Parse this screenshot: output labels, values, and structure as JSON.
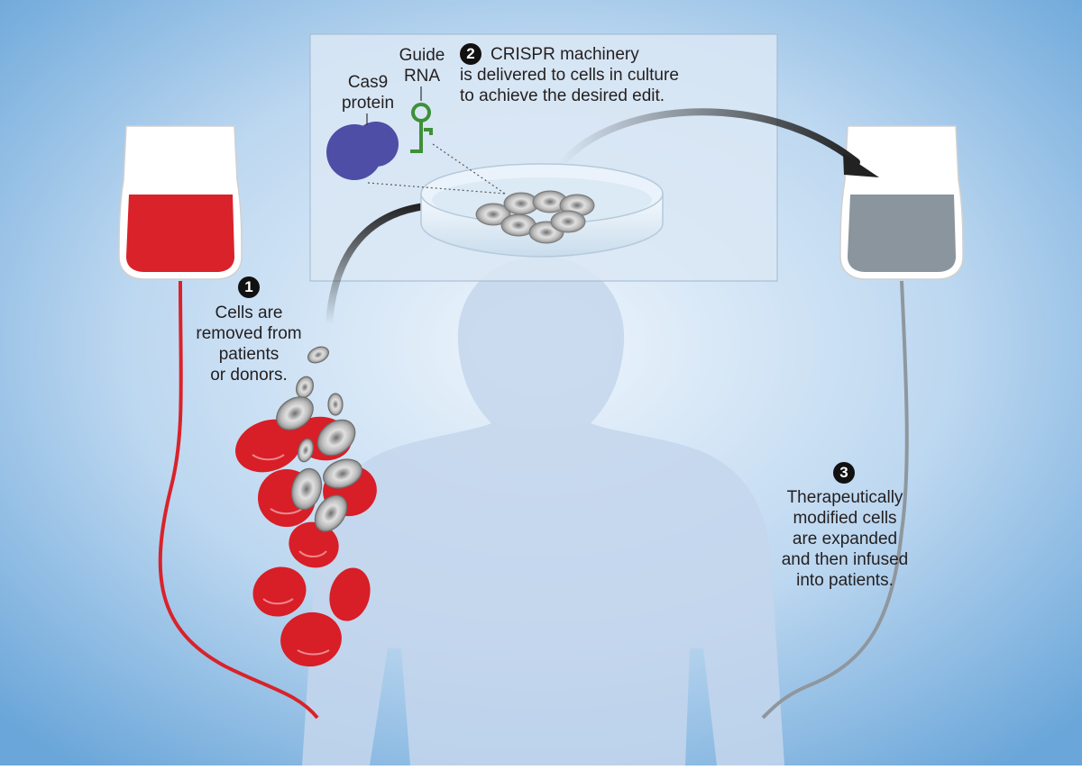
{
  "colors": {
    "background_light": "#e6f0fa",
    "background_dark": "#6aa6d9",
    "blood_red": "#d9222a",
    "modified_gray": "#8a959e",
    "cas9_purple": "#4e4ea6",
    "guide_rna_green": "#3f8f3a",
    "silhouette": "#c4d6ec"
  },
  "steps": [
    {
      "number": "1",
      "lines": [
        "Cells are",
        "removed from",
        "patients",
        "or donors."
      ]
    },
    {
      "number": "2",
      "lines": [
        "CRISPR machinery",
        "is delivered to cells in culture",
        "to achieve the desired edit."
      ]
    },
    {
      "number": "3",
      "lines": [
        "Therapeutically",
        "modified cells",
        "are expanded",
        "and then infused",
        "into patients."
      ]
    }
  ],
  "labels": {
    "cas9": [
      "Cas9",
      "protein"
    ],
    "guide_rna": [
      "Guide",
      "RNA"
    ]
  }
}
